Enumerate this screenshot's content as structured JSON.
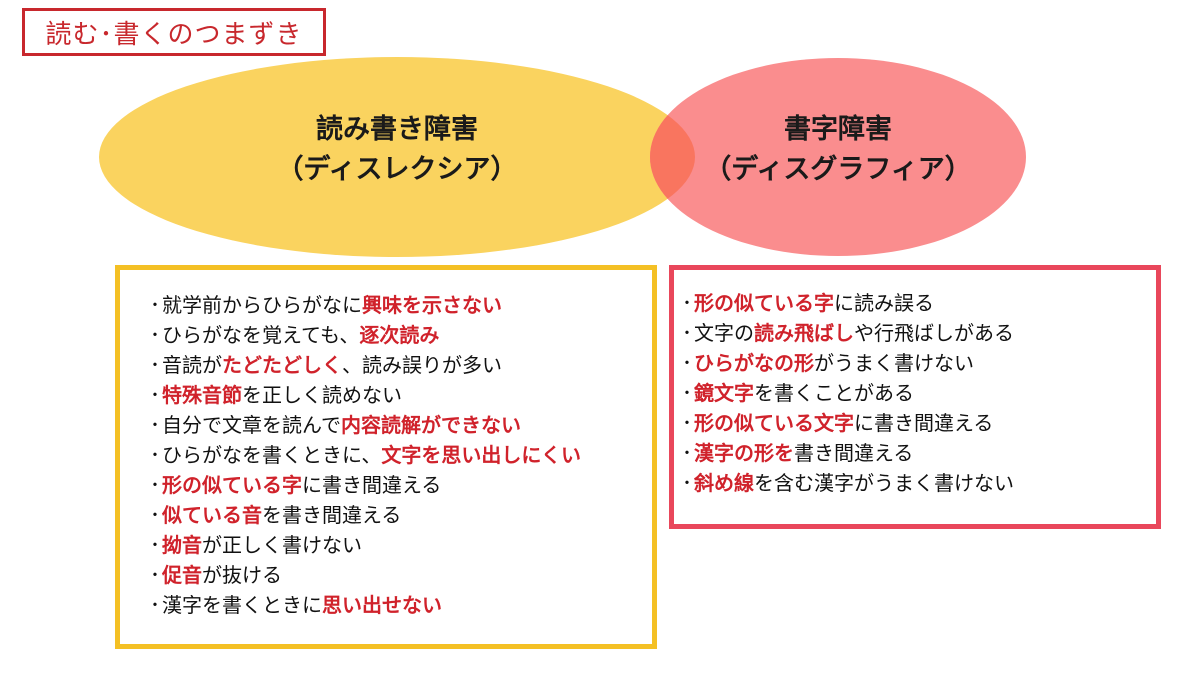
{
  "title": "読む･書くのつまずき",
  "colors": {
    "accent_red": "#d0222b",
    "left_circle": "#fad35f",
    "right_circle": "#fa8d8e",
    "overlap": "#f9755f",
    "left_border": "#f4c024",
    "right_border": "#e9475b"
  },
  "circles": {
    "left": {
      "line1": "読み書き障害",
      "line2": "（ディスレクシア）"
    },
    "right": {
      "line1": "書字障害",
      "line2": "（ディスグラフィア）"
    }
  },
  "left_list": [
    {
      "bullet": "･",
      "segments": [
        {
          "text": "就学前からひらがなに",
          "hl": false
        },
        {
          "text": "興味を示さない",
          "hl": true
        }
      ]
    },
    {
      "bullet": "･",
      "segments": [
        {
          "text": "ひらがなを覚えても、",
          "hl": false
        },
        {
          "text": "逐次読み",
          "hl": true
        }
      ]
    },
    {
      "bullet": "･",
      "segments": [
        {
          "text": "音読が",
          "hl": false
        },
        {
          "text": "たどたどしく",
          "hl": true
        },
        {
          "text": "、読み誤りが多い",
          "hl": false
        }
      ]
    },
    {
      "bullet": "･",
      "segments": [
        {
          "text": "特殊音節",
          "hl": true
        },
        {
          "text": "を正しく読めない",
          "hl": false
        }
      ]
    },
    {
      "bullet": "･",
      "segments": [
        {
          "text": "自分で文章を読んで",
          "hl": false
        },
        {
          "text": "内容読解ができない",
          "hl": true
        }
      ]
    },
    {
      "bullet": "･",
      "segments": [
        {
          "text": "ひらがなを書くときに、",
          "hl": false
        },
        {
          "text": "文字を思い出しにくい",
          "hl": true
        }
      ]
    },
    {
      "bullet": "･",
      "segments": [
        {
          "text": "形の似ている字",
          "hl": true
        },
        {
          "text": "に書き間違える",
          "hl": false
        }
      ]
    },
    {
      "bullet": "･",
      "segments": [
        {
          "text": "似ている音",
          "hl": true
        },
        {
          "text": "を書き間違える",
          "hl": false
        }
      ]
    },
    {
      "bullet": "･",
      "segments": [
        {
          "text": "拗音",
          "hl": true
        },
        {
          "text": "が正しく書けない",
          "hl": false
        }
      ]
    },
    {
      "bullet": "･",
      "segments": [
        {
          "text": "促音",
          "hl": true
        },
        {
          "text": "が抜ける",
          "hl": false
        }
      ]
    },
    {
      "bullet": "･",
      "segments": [
        {
          "text": "漢字を書くときに",
          "hl": false
        },
        {
          "text": "思い出せない",
          "hl": true
        }
      ]
    }
  ],
  "right_list": [
    {
      "bullet": "･",
      "segments": [
        {
          "text": "形の似ている字",
          "hl": true
        },
        {
          "text": "に読み誤る",
          "hl": false
        }
      ]
    },
    {
      "bullet": "･",
      "segments": [
        {
          "text": "文字の",
          "hl": false
        },
        {
          "text": "読み飛ばし",
          "hl": true
        },
        {
          "text": "や行飛ばしがある",
          "hl": false
        }
      ]
    },
    {
      "bullet": "･",
      "segments": [
        {
          "text": "ひらがなの形",
          "hl": true
        },
        {
          "text": "がうまく書けない",
          "hl": false
        }
      ]
    },
    {
      "bullet": "･",
      "segments": [
        {
          "text": "鏡文字",
          "hl": true
        },
        {
          "text": "を書くことがある",
          "hl": false
        }
      ]
    },
    {
      "bullet": "･",
      "segments": [
        {
          "text": "形の似ている文字",
          "hl": true
        },
        {
          "text": "に書き間違える",
          "hl": false
        }
      ]
    },
    {
      "bullet": "･",
      "segments": [
        {
          "text": "漢字の形を",
          "hl": true
        },
        {
          "text": "書き間違える",
          "hl": false
        }
      ]
    },
    {
      "bullet": "･",
      "segments": [
        {
          "text": "斜め線",
          "hl": true
        },
        {
          "text": "を含む漢字がうまく書けない",
          "hl": false
        }
      ]
    }
  ]
}
